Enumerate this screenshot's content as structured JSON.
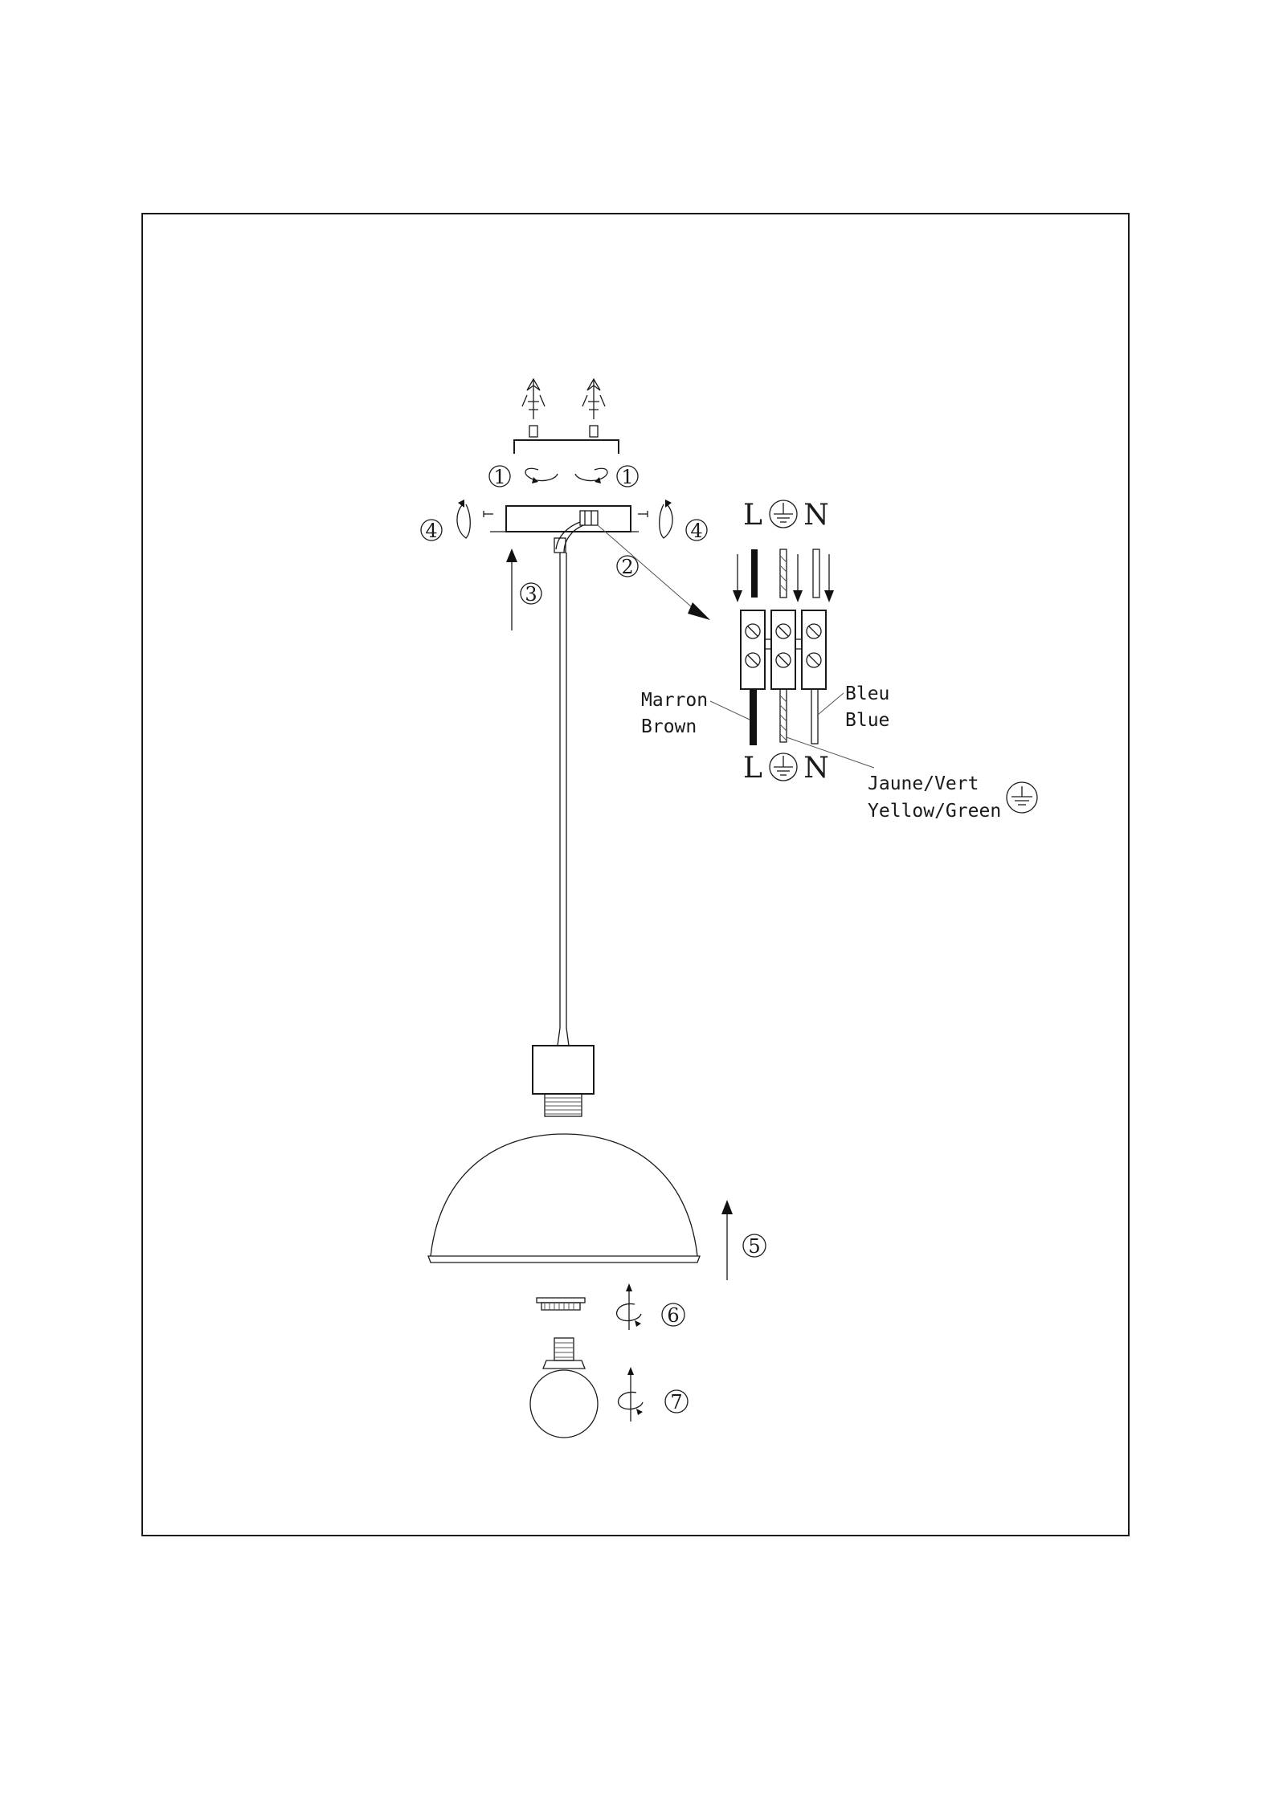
{
  "steps": {
    "s1": "1",
    "s2": "2",
    "s3": "3",
    "s4": "4",
    "s5": "5",
    "s6": "6",
    "s7": "7"
  },
  "terminal": {
    "live": "L",
    "neutral": "N"
  },
  "wires": {
    "brown_fr": "Marron",
    "brown_en": "Brown",
    "blue_fr": "Bleu",
    "blue_en": "Blue",
    "earth_fr": "Jaune/Vert",
    "earth_en": "Yellow/Green"
  },
  "icons": {
    "earth": "earth-ground-icon",
    "rotate": "rotate-arrow-icon",
    "arrow": "arrow-icon"
  },
  "colors": {
    "ink": "#1a1a1a",
    "background": "#ffffff"
  }
}
